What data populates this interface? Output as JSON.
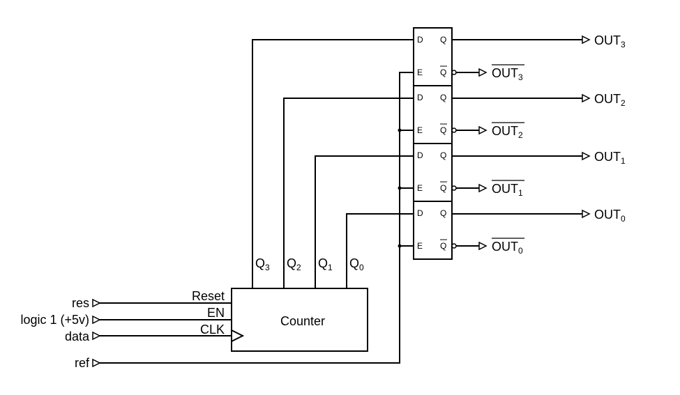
{
  "counter": {
    "title": "Counter",
    "inputs": {
      "reset": "Reset",
      "en": "EN",
      "clk": "CLK"
    },
    "outputs": [
      {
        "base": "Q",
        "sub": "3"
      },
      {
        "base": "Q",
        "sub": "2"
      },
      {
        "base": "Q",
        "sub": "1"
      },
      {
        "base": "Q",
        "sub": "0"
      }
    ]
  },
  "signals": {
    "res": "res",
    "logic1": "logic 1 (+5v)",
    "data": "data",
    "ref": "ref"
  },
  "latches": [
    {
      "d": "D",
      "q": "Q",
      "e": "E",
      "qbar": "Q",
      "out_base": "OUT",
      "out_sub": "3"
    },
    {
      "d": "D",
      "q": "Q",
      "e": "E",
      "qbar": "Q",
      "out_base": "OUT",
      "out_sub": "2"
    },
    {
      "d": "D",
      "q": "Q",
      "e": "E",
      "qbar": "Q",
      "out_base": "OUT",
      "out_sub": "1"
    },
    {
      "d": "D",
      "q": "Q",
      "e": "E",
      "qbar": "Q",
      "out_base": "OUT",
      "out_sub": "0"
    }
  ]
}
